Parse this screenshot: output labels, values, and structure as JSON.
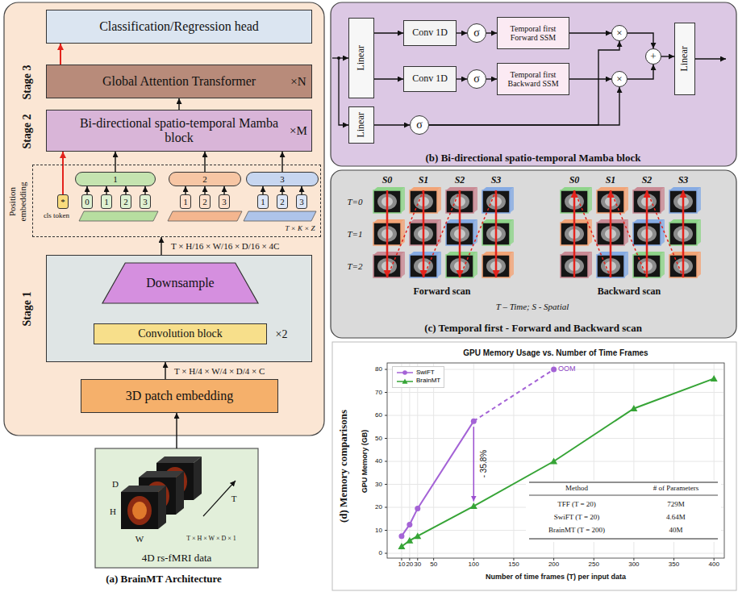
{
  "diagram": {
    "nodes": [
      {
        "text": [
          "Classification/Regression head"
        ]
      },
      {
        "text": [
          "Stage 3",
          "Global Attention Transformer",
          "×N"
        ]
      },
      {
        "text": [
          "Stage 2",
          "Bi-directional spatio-temporal Mamba block",
          "×M"
        ]
      },
      {
        "text": [
          "Position embedding"
        ]
      },
      {
        "text": [
          "1"
        ],
        "in": 3
      },
      {
        "text": [
          "2"
        ],
        "in": 3
      },
      {
        "text": [
          "3"
        ],
        "in": 3
      },
      {
        "text": [
          "*"
        ],
        "in": 3
      },
      {
        "text": [
          "0"
        ],
        "in": 3
      },
      {
        "text": [
          "1"
        ],
        "in": 3
      },
      {
        "text": [
          "2"
        ],
        "in": 3
      },
      {
        "text": [
          "3"
        ],
        "in": 3
      },
      {
        "text": [
          "1"
        ],
        "in": 3
      },
      {
        "text": [
          "2"
        ],
        "in": 3
      },
      {
        "text": [
          "3"
        ],
        "in": 3
      },
      {
        "text": [
          "1"
        ],
        "in": 3
      },
      {
        "text": [
          "2"
        ],
        "in": 3
      },
      {
        "text": [
          "3"
        ],
        "in": 3
      },
      {
        "text": [
          "Stage 1"
        ]
      },
      {
        "text": [
          "Downsample"
        ],
        "in": 18
      },
      {
        "text": [
          "Convolution block",
          "×2"
        ],
        "in": 18
      },
      {
        "text": [
          "3D patch embedding"
        ]
      },
      {
        "text": [
          "4D rs-fMRI data"
        ]
      },
      {
        "text": [
          "(b) Bi-directional spatio-temporal Mamba block"
        ]
      },
      {
        "text": [
          "Linear"
        ],
        "in": 23
      },
      {
        "text": [
          "Linear"
        ],
        "in": 23
      },
      {
        "text": [
          "Conv 1D"
        ],
        "in": 23
      },
      {
        "text": [
          "Conv 1D"
        ],
        "in": 23
      },
      {
        "text": [
          "σ"
        ],
        "in": 23
      },
      {
        "text": [
          "σ"
        ],
        "in": 23
      },
      {
        "text": [
          "σ"
        ],
        "in": 23
      },
      {
        "text": [
          "Temporal first Forward SSM"
        ],
        "in": 23
      },
      {
        "text": [
          "Temporal first Backward SSM"
        ],
        "in": 23
      },
      {
        "text": [
          "×"
        ],
        "in": 23
      },
      {
        "text": [
          "×"
        ],
        "in": 23
      },
      {
        "text": [
          "+"
        ],
        "in": 23
      },
      {
        "text": [
          "Linear"
        ],
        "in": 23
      },
      {
        "text": [
          "(c) Temporal first - Forward and Backward scan"
        ]
      },
      {
        "text": [
          "(d) Memory comparisons"
        ]
      }
    ],
    "edges": [
      {
        "from": 22,
        "to": 21,
        "arrow": "to"
      },
      {
        "from": 21,
        "to": 18,
        "arrow": "to"
      },
      {
        "from": 20,
        "to": 19,
        "arrow": "to"
      },
      {
        "from": 18,
        "to": 3,
        "arrow": "to"
      },
      {
        "from": 8,
        "to": 4,
        "arrow": "to"
      },
      {
        "from": 9,
        "to": 4,
        "arrow": "to"
      },
      {
        "from": 10,
        "to": 4,
        "arrow": "to"
      },
      {
        "from": 11,
        "to": 4,
        "arrow": "to"
      },
      {
        "from": 12,
        "to": 5,
        "arrow": "to"
      },
      {
        "from": 13,
        "to": 5,
        "arrow": "to"
      },
      {
        "from": 14,
        "to": 5,
        "arrow": "to"
      },
      {
        "from": 15,
        "to": 6,
        "arrow": "to"
      },
      {
        "from": 16,
        "to": 6,
        "arrow": "to"
      },
      {
        "from": 17,
        "to": 6,
        "arrow": "to"
      },
      {
        "from": 7,
        "to": 2,
        "arrow": "to"
      },
      {
        "from": 4,
        "to": 2,
        "arrow": "to"
      },
      {
        "from": 5,
        "to": 2,
        "arrow": "to"
      },
      {
        "from": 6,
        "to": 2,
        "arrow": "to"
      },
      {
        "from": 2,
        "to": 1,
        "arrow": "to"
      },
      {
        "from": 1,
        "to": 0,
        "arrow": "to"
      },
      {
        "from": 24,
        "to": 26,
        "arrow": "to"
      },
      {
        "from": 24,
        "to": 27,
        "arrow": "to"
      },
      {
        "from": 26,
        "to": 28,
        "arrow": "to"
      },
      {
        "from": 27,
        "to": 29,
        "arrow": "to"
      },
      {
        "from": 28,
        "to": 31,
        "arrow": "to"
      },
      {
        "from": 29,
        "to": 32,
        "arrow": "to"
      },
      {
        "from": 25,
        "to": 30,
        "arrow": "to"
      },
      {
        "from": 30,
        "to": 33,
        "arrow": "to"
      },
      {
        "from": 30,
        "to": 34,
        "arrow": "to"
      },
      {
        "from": 31,
        "to": 33,
        "arrow": "to"
      },
      {
        "from": 32,
        "to": 34,
        "arrow": "to"
      },
      {
        "from": 33,
        "to": 35,
        "arrow": "to"
      },
      {
        "from": 34,
        "to": 35,
        "arrow": "to"
      },
      {
        "from": 35,
        "to": 36,
        "arrow": "to"
      }
    ],
    "labels": [
      "cls token",
      "T × K × Z",
      "T × H/16 × W/16 × D/16 × 4C",
      "T × H/4 × W/4 × D/4 × C",
      "D",
      "H",
      "W",
      "T",
      "T × H × W × D × 1",
      "(a) BrainMT Architecture",
      "S0",
      "S1",
      "S2",
      "S3",
      "S0",
      "S1",
      "S2",
      "S3",
      "T=0",
      "T=1",
      "T=2",
      "Forward scan",
      "Backward scan",
      "T – Time; S - Spatial",
      "GPU Memory Usage vs. Number of Time Frames",
      "GPU Memory (GB)",
      "Number of time frames (T) per input data",
      "0",
      "10",
      "20",
      "30",
      "40",
      "50",
      "60",
      "70",
      "80",
      "10",
      "20",
      "30",
      "50",
      "100",
      "150",
      "200",
      "250",
      "300",
      "350",
      "400",
      "OOM",
      "- 35.8%",
      "Method",
      "# of Parameters",
      "TFF (T = 20)",
      "729M",
      "SwiFT (T = 20)",
      "4.64M",
      "BrainMT (T = 200)",
      "40M"
    ],
    "legend": [
      {
        "text": "SwiFT"
      },
      {
        "text": "BrainMT"
      }
    ]
  }
}
